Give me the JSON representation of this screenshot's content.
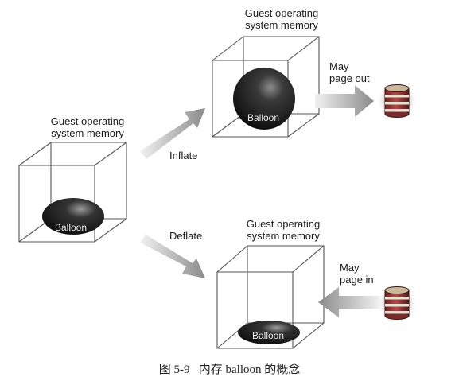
{
  "memory_label": "Guest operating system memory",
  "memory_label_line1": "Guest operating",
  "memory_label_line2": "system memory",
  "balloon_label": "Balloon",
  "inflate_label": "Inflate",
  "deflate_label": "Deflate",
  "may_page_out_line1": "May",
  "may_page_out_line2": "page out",
  "may_page_in_line1": "May",
  "may_page_in_line2": "page in",
  "caption_number": "图 5-9",
  "caption_text": "内存 balloon 的概念",
  "colors": {
    "cube_edge": "#555555",
    "balloon_dark": "#111111",
    "balloon_highlight": "#9a9a9a",
    "arrow_dark": "#8a8a8a",
    "arrow_light": "#ececec",
    "disk_body": "#a33a3a",
    "disk_band": "#e8e0d0"
  },
  "icons": [
    "balloon-icon",
    "inflate-arrow-icon",
    "deflate-arrow-icon",
    "page-out-arrow-icon",
    "page-in-arrow-icon",
    "disk-icon"
  ]
}
